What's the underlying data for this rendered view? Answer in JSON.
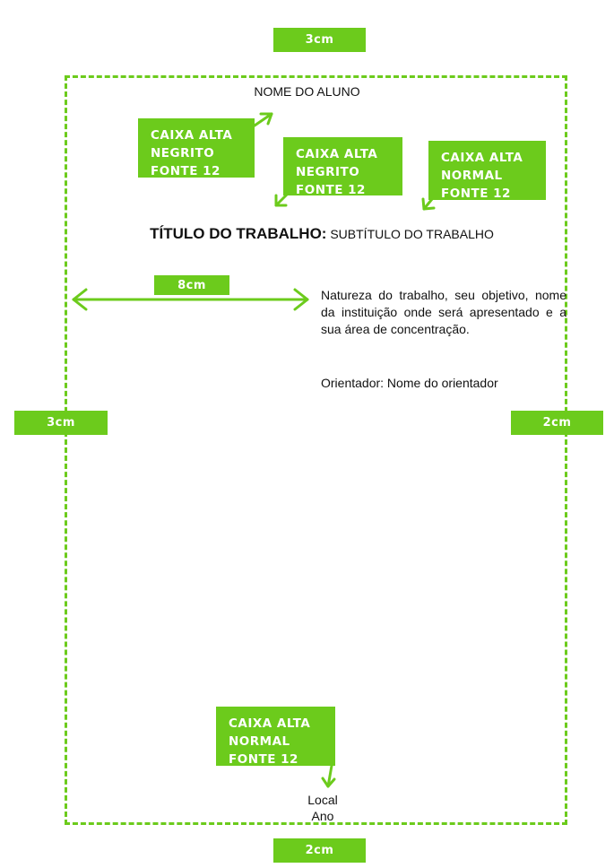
{
  "margins": {
    "top": "3cm",
    "left": "3cm",
    "right": "2cm",
    "bottom": "2cm",
    "indent": "8cm"
  },
  "cover": {
    "student_name": "NOME DO ALUNO",
    "title": "TÍTULO DO TRABALHO:",
    "subtitle": "SUBTÍTULO DO TRABALHO",
    "nature": "Natureza do trabalho, seu objetivo, nome da instituição onde será apresentado e a sua área de concentração.",
    "advisor": "Orientador: Nome do orientador",
    "place": "Local",
    "year": "Ano"
  },
  "notes": {
    "student": [
      "CAIXA ALTA",
      "NEGRITO",
      "FONTE 12"
    ],
    "title": [
      "CAIXA ALTA",
      "NEGRITO",
      "FONTE 12"
    ],
    "subtitle": [
      "CAIXA ALTA",
      "NORMAL",
      "FONTE 12"
    ],
    "place": [
      "CAIXA ALTA",
      "NORMAL",
      "FONTE 12"
    ]
  },
  "colors": {
    "accent": "#6ccb1c",
    "text": "#111111",
    "background": "#ffffff"
  }
}
